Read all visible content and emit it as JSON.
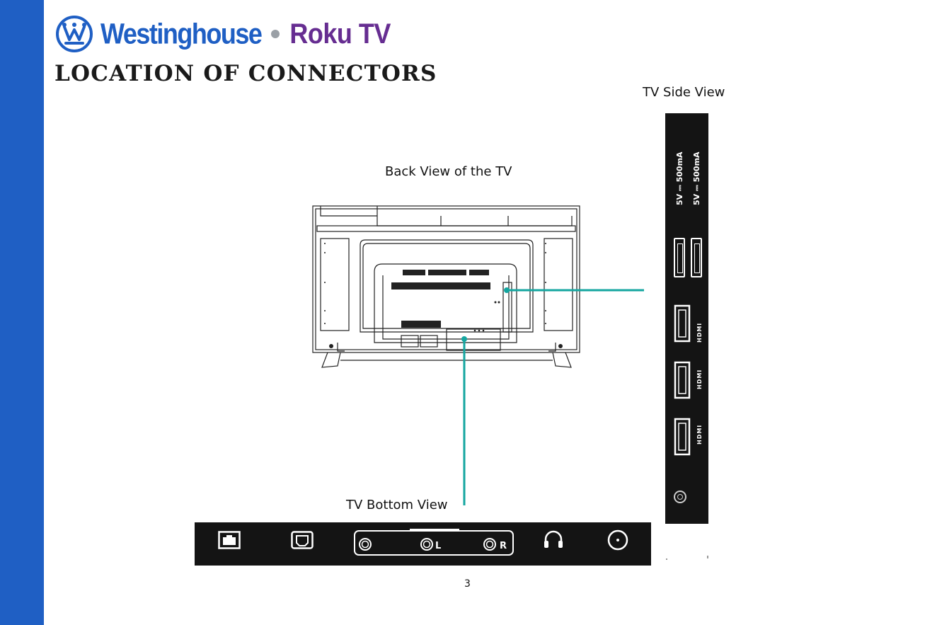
{
  "colors": {
    "sidebar_blue": "#1f5fc4",
    "brand_blue": "#1f5fc4",
    "roku_purple": "#662d91",
    "callout_teal": "#15a6a0",
    "panel_black": "#141414"
  },
  "header": {
    "brand": "Westinghouse",
    "partner": "Roku TV",
    "title": "LOCATION OF CONNECTORS"
  },
  "captions": {
    "side_view": "TV Side View",
    "back_view": "Back View of the TV",
    "bottom_view": "TV Bottom View"
  },
  "side_panel": {
    "usb_labels": [
      "5V ⎓ 500mA",
      "5V ⎓ 500mA"
    ],
    "hdmi_labels": [
      "HDMI",
      "HDMI",
      "HDMI"
    ],
    "icons": [
      "usb-port-icon",
      "usb-port-icon",
      "hdmi-port-icon",
      "hdmi-port-icon",
      "hdmi-port-icon",
      "coaxial-jack-icon"
    ]
  },
  "bottom_panel": {
    "audio_channels": [
      "L",
      "R"
    ],
    "icons": [
      "ethernet-port-icon",
      "optical-audio-port-icon",
      "av-input-icon",
      "headphone-icon",
      "antenna-input-icon"
    ]
  },
  "page_number": "3"
}
